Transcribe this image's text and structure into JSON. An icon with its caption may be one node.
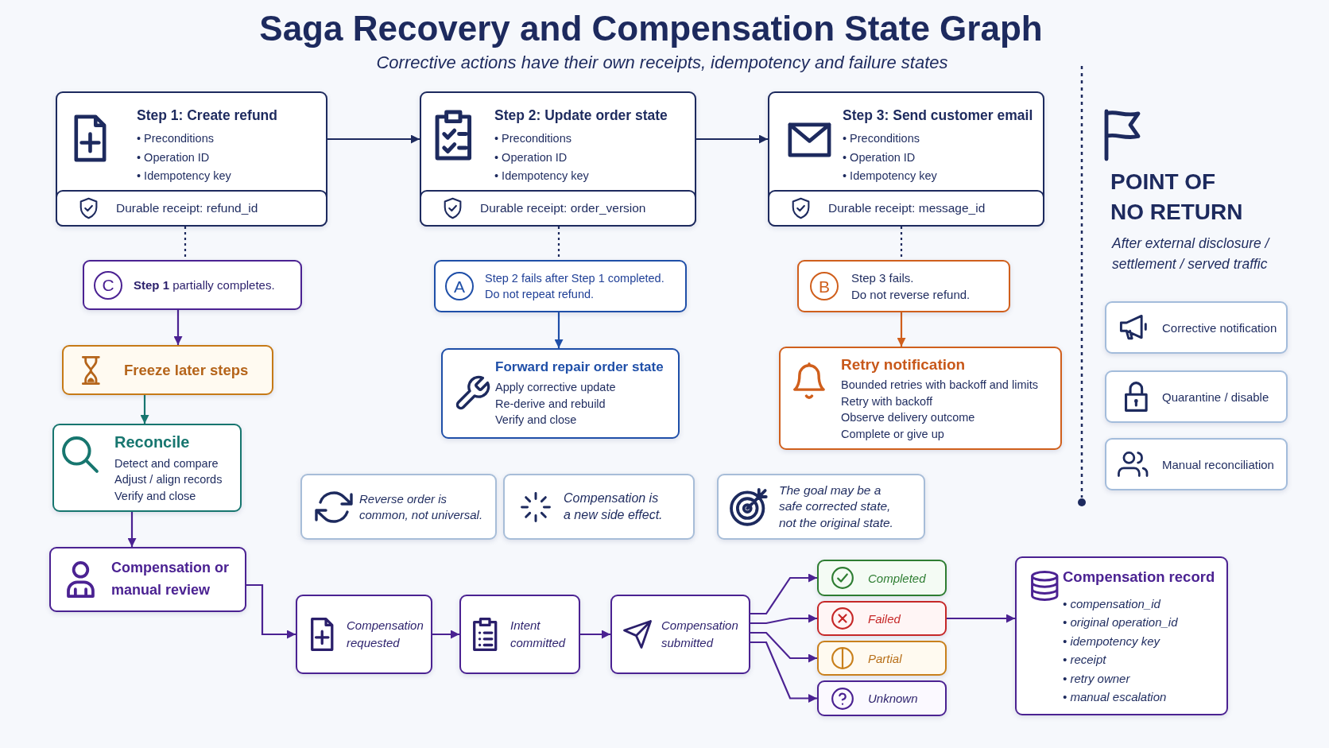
{
  "diagram": {
    "title": "Saga Recovery and Compensation State Graph",
    "nodes": [
      {
        "text": [
          "Step 1: Create refund",
          "• Preconditions",
          "• Operation ID",
          "• Idempotency key"
        ]
      },
      {
        "text": [
          "Durable receipt: refund_id"
        ],
        "in": 0
      },
      {
        "text": [
          "Step 2: Update order state",
          "• Preconditions",
          "• Operation ID",
          "• Idempotency key"
        ]
      },
      {
        "text": [
          "Durable receipt: order_version"
        ],
        "in": 2
      },
      {
        "text": [
          "Step 3: Send customer email",
          "• Preconditions",
          "• Operation ID",
          "• Idempotency key"
        ]
      },
      {
        "text": [
          "Durable receipt: message_id"
        ],
        "in": 4
      },
      {
        "text": [
          "C",
          "**Step 1** partially completes."
        ]
      },
      {
        "text": [
          "A",
          "Step 2 fails after Step 1 completed.",
          "Do not repeat refund."
        ]
      },
      {
        "text": [
          "B",
          "Step 3 fails.",
          "Do not reverse refund."
        ]
      },
      {
        "text": [
          "Freeze later steps"
        ]
      },
      {
        "text": [
          "Forward repair order state",
          "Apply corrective update",
          "Re-derive and rebuild",
          "Verify and close"
        ]
      },
      {
        "text": [
          "Retry notification",
          "Bounded retries with backoff and limits",
          "Retry with backoff",
          "Observe delivery outcome",
          "Complete or give up"
        ]
      },
      {
        "text": [
          "Reconcile",
          "Detect and compare",
          "Adjust / align records",
          "Verify and close"
        ]
      },
      {
        "text": [
          "Compensation or manual review"
        ]
      },
      {
        "text": [
          "Reverse order is common, not universal."
        ]
      },
      {
        "text": [
          "Compensation is a new side effect."
        ]
      },
      {
        "text": [
          "The goal may be a safe corrected state, not the original state."
        ]
      },
      {
        "text": [
          "Compensation requested"
        ]
      },
      {
        "text": [
          "Intent committed"
        ]
      },
      {
        "text": [
          "Compensation submitted"
        ]
      },
      {
        "text": [
          "Completed"
        ]
      },
      {
        "text": [
          "Failed"
        ]
      },
      {
        "text": [
          "Partial"
        ]
      },
      {
        "text": [
          "Unknown"
        ]
      },
      {
        "text": [
          "Compensation record",
          "• compensation_id",
          "• original operation_id",
          "• idempotency key",
          "• receipt",
          "• retry owner",
          "• manual escalation"
        ]
      },
      {
        "text": [
          "Corrective notification"
        ]
      },
      {
        "text": [
          "Quarantine / disable"
        ]
      },
      {
        "text": [
          "Manual reconciliation"
        ]
      }
    ],
    "edges": [
      {
        "from": 0,
        "to": 2,
        "arrow": "to",
        "color": "#1d2a5e"
      },
      {
        "from": 2,
        "to": 4,
        "arrow": "to",
        "color": "#1d2a5e"
      },
      {
        "from": 0,
        "to": 6,
        "arrow": "none",
        "style": "dashed",
        "color": "#1d2a5e"
      },
      {
        "from": 2,
        "to": 7,
        "arrow": "none",
        "style": "dashed",
        "color": "#1d2a5e"
      },
      {
        "from": 4,
        "to": 8,
        "arrow": "none",
        "style": "dashed",
        "color": "#1d2a5e"
      },
      {
        "from": 6,
        "to": 9,
        "arrow": "to"
      },
      {
        "from": 9,
        "to": 12,
        "arrow": "to",
        "color": "#17766f"
      },
      {
        "from": 12,
        "to": 13,
        "arrow": "to"
      },
      {
        "from": 7,
        "to": 10,
        "arrow": "to",
        "color": "#1f4fa8"
      },
      {
        "from": 8,
        "to": 11,
        "arrow": "to",
        "color": "#d05f1c"
      },
      {
        "from": 13,
        "to": 17,
        "arrow": "to"
      },
      {
        "from": 17,
        "to": 18,
        "arrow": "to"
      },
      {
        "from": 18,
        "to": 19,
        "arrow": "to"
      },
      {
        "from": 19,
        "to": 20,
        "arrow": "to"
      },
      {
        "from": 19,
        "to": 21,
        "arrow": "to"
      },
      {
        "from": 19,
        "to": 22,
        "arrow": "to"
      },
      {
        "from": 19,
        "to": 23,
        "arrow": "to"
      },
      {
        "from": 21,
        "to": 24,
        "arrow": "to"
      }
    ],
    "labels": [
      "Corrective actions have their own receipts, idempotency and failure states",
      "POINT OF NO RETURN",
      "After external disclosure / settlement / served traffic"
    ]
  }
}
